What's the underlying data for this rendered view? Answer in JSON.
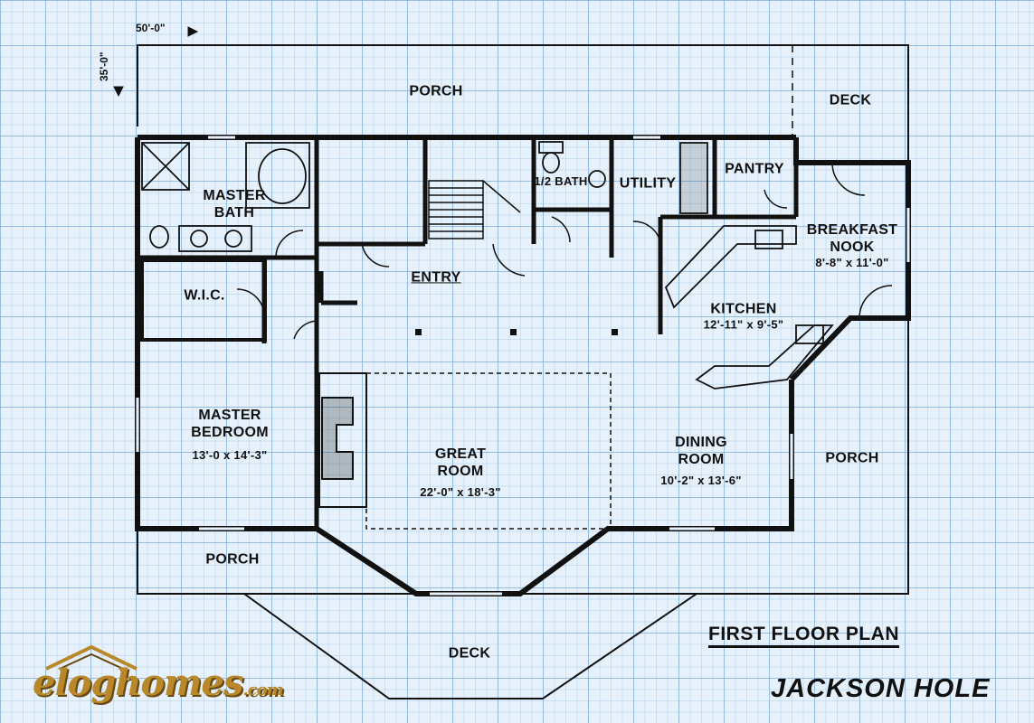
{
  "plan": {
    "width_dim": "50'-0\"",
    "depth_dim": "35'-0\"",
    "title": "FIRST FLOOR PLAN",
    "name": "JACKSON HOLE"
  },
  "logo": {
    "text": "eloghomes",
    "suffix": ".com"
  },
  "rooms": {
    "porch_top": "PORCH",
    "deck_top": "DECK",
    "master_bath_1": "MASTER",
    "master_bath_2": "BATH",
    "half_bath": "1/2 BATH",
    "utility": "UTILITY",
    "pantry": "PANTRY",
    "breakfast_1": "BREAKFAST",
    "breakfast_2": "NOOK",
    "breakfast_dim": "8'-8\" x 11'-0\"",
    "wic": "W.I.C.",
    "entry": "ENTRY",
    "kitchen": "KITCHEN",
    "kitchen_dim": "12'-11\" x 9'-5\"",
    "master_bedroom_1": "MASTER",
    "master_bedroom_2": "BEDROOM",
    "master_bedroom_dim": "13'-0 x 14'-3\"",
    "great_room_1": "GREAT",
    "great_room_2": "ROOM",
    "great_room_dim": "22'-0\" x 18'-3\"",
    "dining_1": "DINING",
    "dining_2": "ROOM",
    "dining_dim": "10'-2\" x 13'-6\"",
    "porch_right": "PORCH",
    "porch_bottom": "PORCH",
    "deck_bottom": "DECK"
  }
}
